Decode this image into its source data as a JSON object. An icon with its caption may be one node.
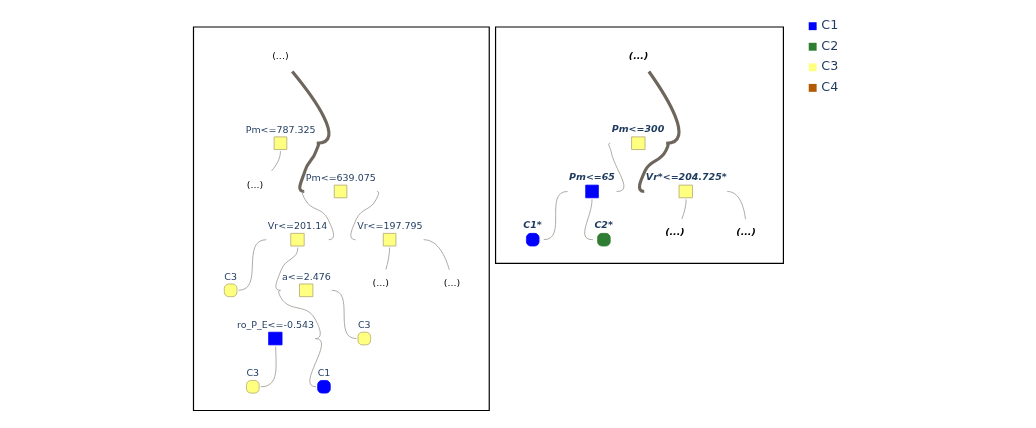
{
  "diagram": {
    "nodes": [
      {
        "text": [],
        "shape": "box"
      },
      {
        "text": [
          "(...)"
        ],
        "in": 0
      },
      {
        "text": [
          "Pm<=787.325"
        ],
        "in": 0
      },
      {
        "text": [
          "(...)"
        ],
        "in": 0
      },
      {
        "text": [
          "Pm<=639.075"
        ],
        "in": 0
      },
      {
        "text": [
          "Vr<=201.14"
        ],
        "in": 0
      },
      {
        "text": [
          "Vr<=197.795"
        ],
        "in": 0
      },
      {
        "text": [
          "C3"
        ],
        "in": 0
      },
      {
        "text": [
          "a<=2.476"
        ],
        "in": 0
      },
      {
        "text": [
          "(...)"
        ],
        "in": 0
      },
      {
        "text": [
          "(...)"
        ],
        "in": 0
      },
      {
        "text": [
          "ro_P_E<=-0.543"
        ],
        "in": 0
      },
      {
        "text": [
          "C3"
        ],
        "in": 0
      },
      {
        "text": [
          "C3"
        ],
        "in": 0
      },
      {
        "text": [
          "C1"
        ],
        "in": 0
      },
      {
        "text": [],
        "shape": "box"
      },
      {
        "text": [
          "(...)"
        ],
        "in": 15
      },
      {
        "text": [
          "Pm<=300"
        ],
        "in": 15
      },
      {
        "text": [
          "Pm<=65"
        ],
        "in": 15
      },
      {
        "text": [
          "Vr*<=204.725*"
        ],
        "in": 15
      },
      {
        "text": [
          "C1*"
        ],
        "in": 15
      },
      {
        "text": [
          "C2*"
        ],
        "in": 15
      },
      {
        "text": [
          "(...)"
        ],
        "in": 15
      },
      {
        "text": [
          "(...)"
        ],
        "in": 15
      }
    ],
    "edges": [
      {
        "from": 1,
        "to": 2,
        "arrow": "none",
        "style": "thick"
      },
      {
        "from": 2,
        "to": 3,
        "arrow": "none"
      },
      {
        "from": 2,
        "to": 4,
        "arrow": "none",
        "style": "thick"
      },
      {
        "from": 4,
        "to": 5,
        "arrow": "none"
      },
      {
        "from": 4,
        "to": 6,
        "arrow": "none"
      },
      {
        "from": 5,
        "to": 7,
        "arrow": "none"
      },
      {
        "from": 5,
        "to": 8,
        "arrow": "none"
      },
      {
        "from": 6,
        "to": 9,
        "arrow": "none"
      },
      {
        "from": 6,
        "to": 10,
        "arrow": "none"
      },
      {
        "from": 8,
        "to": 11,
        "arrow": "none"
      },
      {
        "from": 8,
        "to": 12,
        "arrow": "none"
      },
      {
        "from": 11,
        "to": 13,
        "arrow": "none"
      },
      {
        "from": 11,
        "to": 14,
        "arrow": "none"
      },
      {
        "from": 16,
        "to": 17,
        "arrow": "none",
        "style": "thick"
      },
      {
        "from": 17,
        "to": 18,
        "arrow": "none"
      },
      {
        "from": 17,
        "to": 19,
        "arrow": "none",
        "style": "thick"
      },
      {
        "from": 18,
        "to": 20,
        "arrow": "none"
      },
      {
        "from": 18,
        "to": 21,
        "arrow": "none"
      },
      {
        "from": 19,
        "to": 22,
        "arrow": "none"
      },
      {
        "from": 19,
        "to": 23,
        "arrow": "none"
      }
    ],
    "legend": [
      {
        "text": "C1",
        "color": "#0000ff"
      },
      {
        "text": "C2",
        "color": "#2e7d32"
      },
      {
        "text": "C3",
        "color": "#ffff80"
      },
      {
        "text": "C4",
        "color": "#b35900"
      }
    ]
  }
}
